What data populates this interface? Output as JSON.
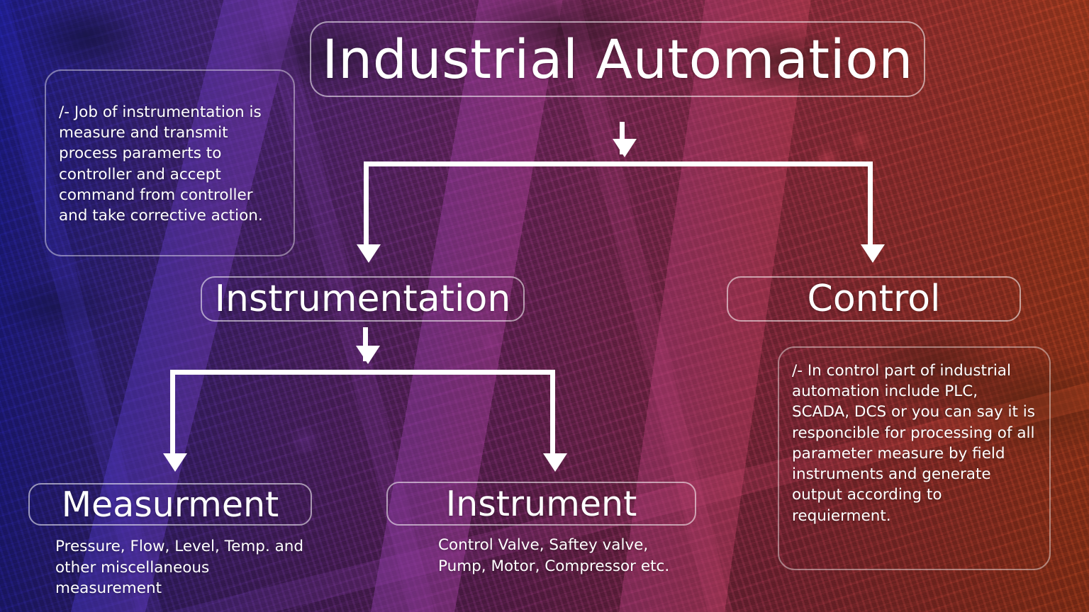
{
  "title": "Industrial Automation",
  "nodes": {
    "instrumentation": "Instrumentation",
    "control": "Control",
    "measurement": "Measurment",
    "instrument": "Instrument"
  },
  "notes": {
    "left": "/- Job of instrumentation is measure and transmit process paramerts to controller and accept command from controller and take corrective action.",
    "right": "/- In control part of industrial automation include PLC, SCADA, DCS or you can say it is responcible for processing of all parameter measure by field instruments and generate output according to requierment."
  },
  "captions": {
    "measurement": "Pressure, Flow, Level, Temp. and other miscellaneous measurement",
    "instrument": "Control Valve, Saftey valve, Pump, Motor, Compressor etc."
  },
  "icons": {
    "arrow_down": "down-arrow-icon"
  },
  "colors": {
    "text": "#ffffff",
    "box_border": "rgba(255,255,255,0.55)",
    "connector": "#ffffff",
    "gradient_start": "#1212c8",
    "gradient_mid": "#9b2c94",
    "gradient_end": "#e8421a"
  }
}
